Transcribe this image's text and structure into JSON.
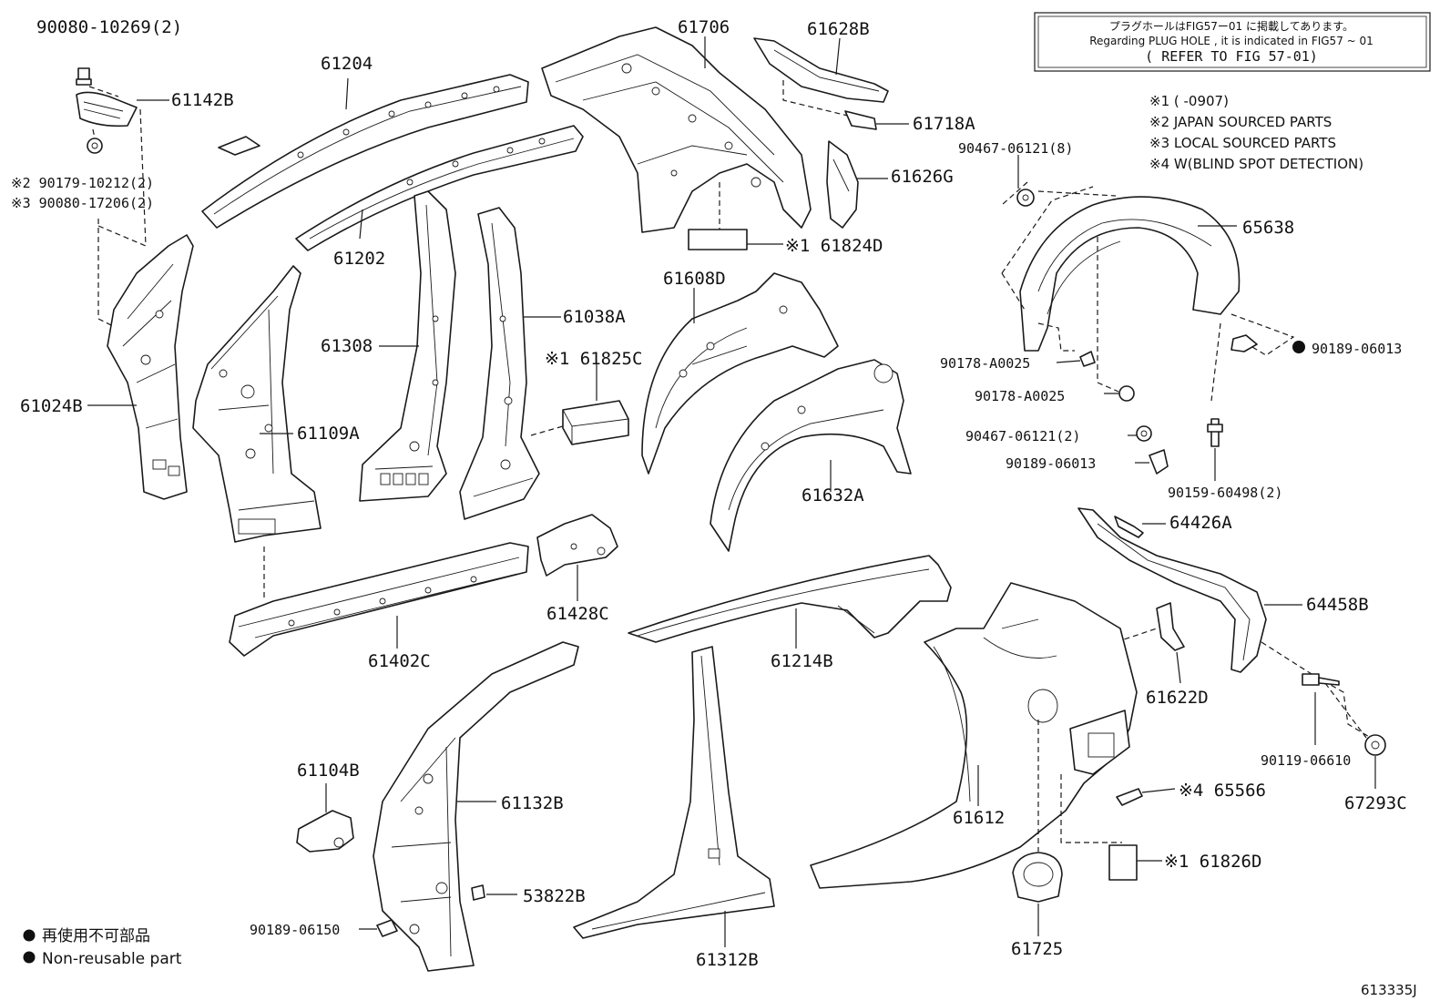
{
  "notice_box": {
    "line1": "プラグホールはFIG57ー01 に掲載してあります。",
    "line2": "Regarding  PLUG HOLE , it is indicated  in  FIG57 ~ 01",
    "line3": "( REFER  TO FIG 57-01)"
  },
  "notes": [
    "※1 (        -0907)",
    "※2 JAPAN SOURCED PARTS",
    "※3 LOCAL SOURCED PARTS",
    "※4 W(BLIND SPOT DETECTION)"
  ],
  "legend": {
    "jp": "再使用不可部品",
    "en": "Non-reusable part"
  },
  "figure_id": "613335J",
  "labels": {
    "p1": "90080-10269(2)",
    "p2": "61142B",
    "p3": "※2 90179-10212(2)",
    "p4": "※3 90080-17206(2)",
    "p5": "61024B",
    "p6": "61204",
    "p7": "61202",
    "p8": "61109A",
    "p9": "61308",
    "p10": "61038A",
    "p11": "※1 61825C",
    "p12": "61706",
    "p13": "61628B",
    "p14": "61718A",
    "p15": "61626G",
    "p16": "※1 61824D",
    "p17": "61608D",
    "p18": "61632A",
    "p19": "90467-06121(8)",
    "p20": "65638",
    "p21": "90178-A0025",
    "p22": "90178-A0025",
    "p23": "90467-06121(2)",
    "p24": "90189-06013",
    "p25": "90189-06013",
    "p26": "90159-60498(2)",
    "p27": "64426A",
    "p28": "64458B",
    "p29": "61402C",
    "p30": "61428C",
    "p31": "61214B",
    "p32": "61622D",
    "p33": "90119-06610",
    "p34": "67293C",
    "p35": "61104B",
    "p36": "61132B",
    "p37": "53822B",
    "p38": "90189-06150",
    "p39": "61312B",
    "p40": "61612",
    "p41": "※4 65566",
    "p42": "※1 61826D",
    "p43": "61725"
  }
}
